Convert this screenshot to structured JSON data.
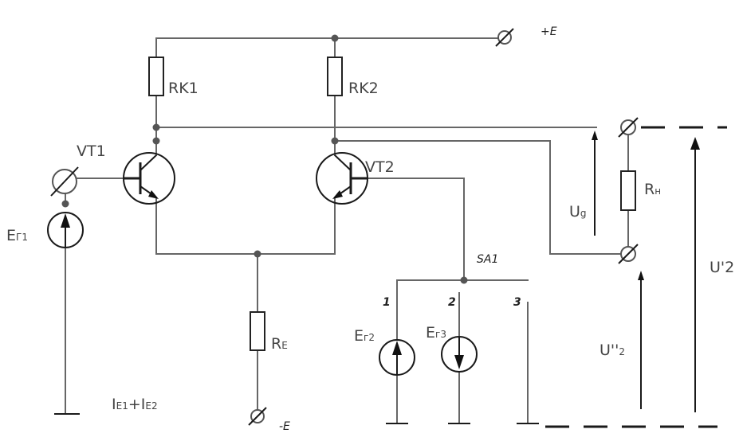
{
  "diagram": {
    "supply_pos": "+E",
    "supply_neg": "-E",
    "rk1": {
      "main": "R",
      "sub": "K1"
    },
    "rk2": {
      "main": "R",
      "sub": "K2"
    },
    "vt1": "VT1",
    "vt2": "VT2",
    "eg1": {
      "main": "E",
      "sub": "Г1"
    },
    "eg2": {
      "main": "E",
      "sub": "г2"
    },
    "eg3": {
      "main": "E",
      "sub": "г3"
    },
    "re": {
      "main": "R",
      "sub": "E"
    },
    "rn": {
      "main": "R",
      "sub": "н"
    },
    "ug": {
      "main": "U",
      "sub": "g"
    },
    "u2p": "U'",
    "u2pp": "U''",
    "u2_sub": "2",
    "ie": {
      "i1": "I",
      "s1": "E1",
      "plus": "+",
      "i2": "I",
      "s2": "E2"
    },
    "switch_label": "SA1",
    "switch_positions": [
      "1",
      "2",
      "3"
    ]
  }
}
